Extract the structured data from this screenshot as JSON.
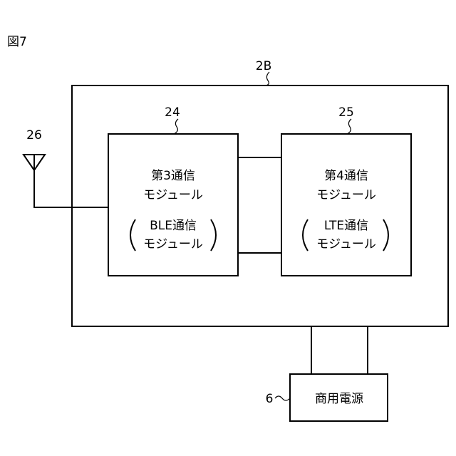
{
  "figure_label": "図7",
  "device": {
    "ref": "2B"
  },
  "module3": {
    "ref": "24",
    "name_line1": "第3通信",
    "name_line2": "モジュール",
    "sub_line1": "BLE通信",
    "sub_line2": "モジュール"
  },
  "module4": {
    "ref": "25",
    "name_line1": "第4通信",
    "name_line2": "モジュール",
    "sub_line1": "LTE通信",
    "sub_line2": "モジュール"
  },
  "antenna": {
    "ref": "26"
  },
  "power": {
    "ref": "6",
    "label": "商用電源"
  }
}
